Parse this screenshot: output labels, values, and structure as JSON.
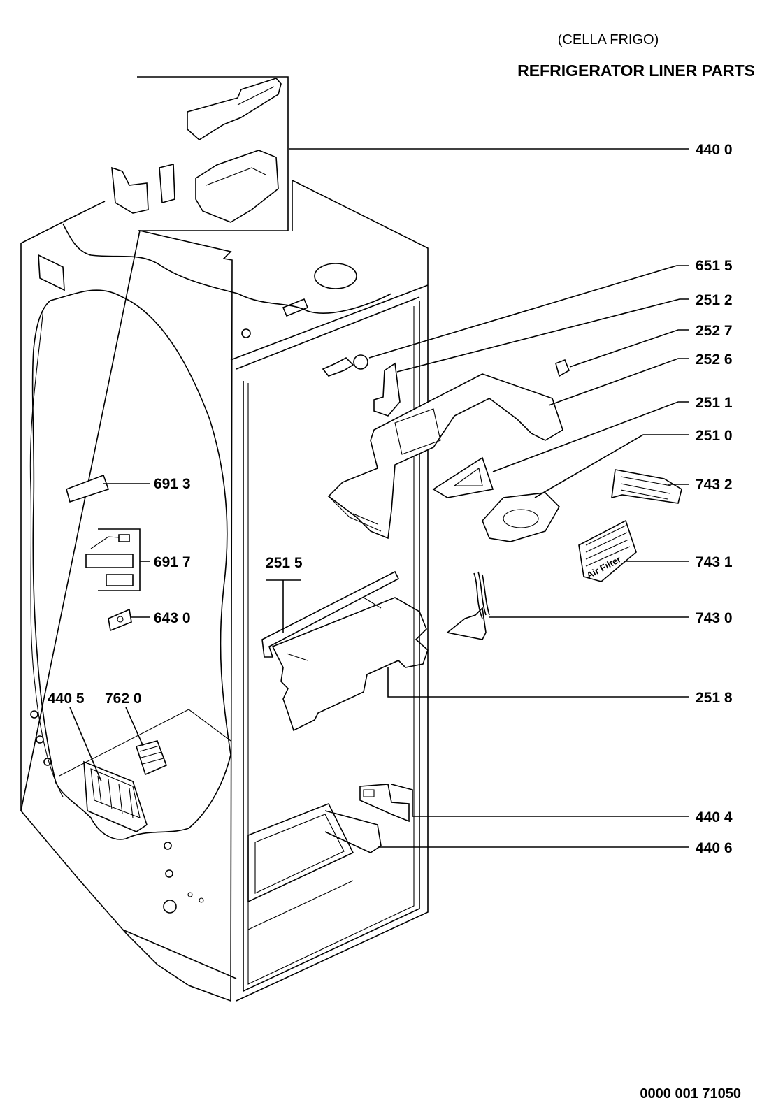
{
  "header": {
    "subtitle": "(CELLA FRIGO)",
    "title": "REFRIGERATOR LINER PARTS"
  },
  "footer": {
    "document_number": "0000 001 71050"
  },
  "callouts": {
    "c4400": "440 0",
    "c6515": "651 5",
    "c2512": "251 2",
    "c2527": "252 7",
    "c2526": "252 6",
    "c2511": "251 1",
    "c2510": "251 0",
    "c7432": "743 2",
    "c7431": "743 1",
    "c7430": "743 0",
    "c2518": "251 8",
    "c4404": "440 4",
    "c4406": "440 6",
    "c6913": "691 3",
    "c6917": "691 7",
    "c6430": "643 0",
    "c2515": "251 5",
    "c4405": "440 5",
    "c7620": "762 0"
  },
  "air_filter_label": "Air Filter"
}
